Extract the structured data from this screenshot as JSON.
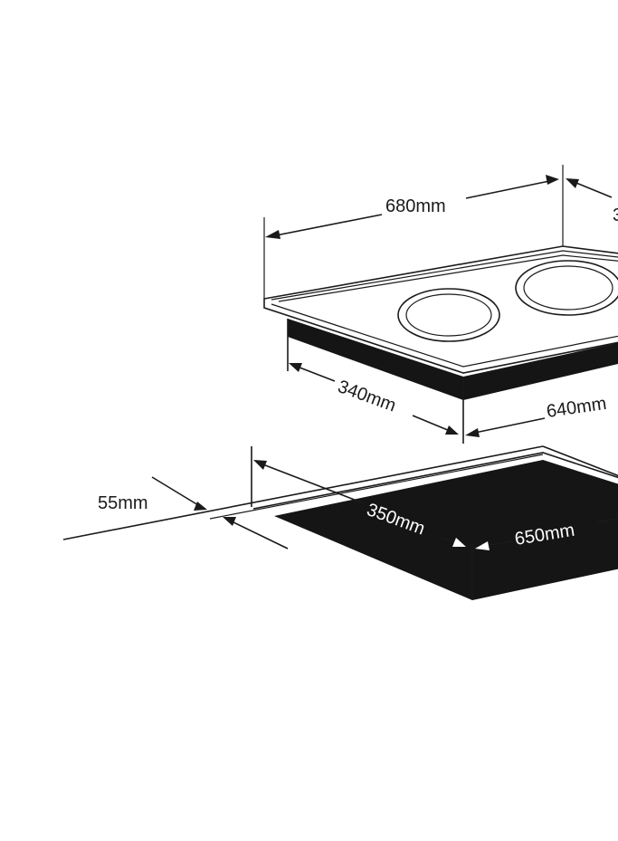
{
  "labels": {
    "top_width": "680mm",
    "top_depth_partial": "3",
    "base_depth": "340mm",
    "base_width": "640mm",
    "thickness": "55mm",
    "cutout_depth": "350mm",
    "cutout_width": "650mm"
  },
  "colors": {
    "ink": "#1a1a1a",
    "cutout_fill": "#151515",
    "background": "#ffffff"
  }
}
